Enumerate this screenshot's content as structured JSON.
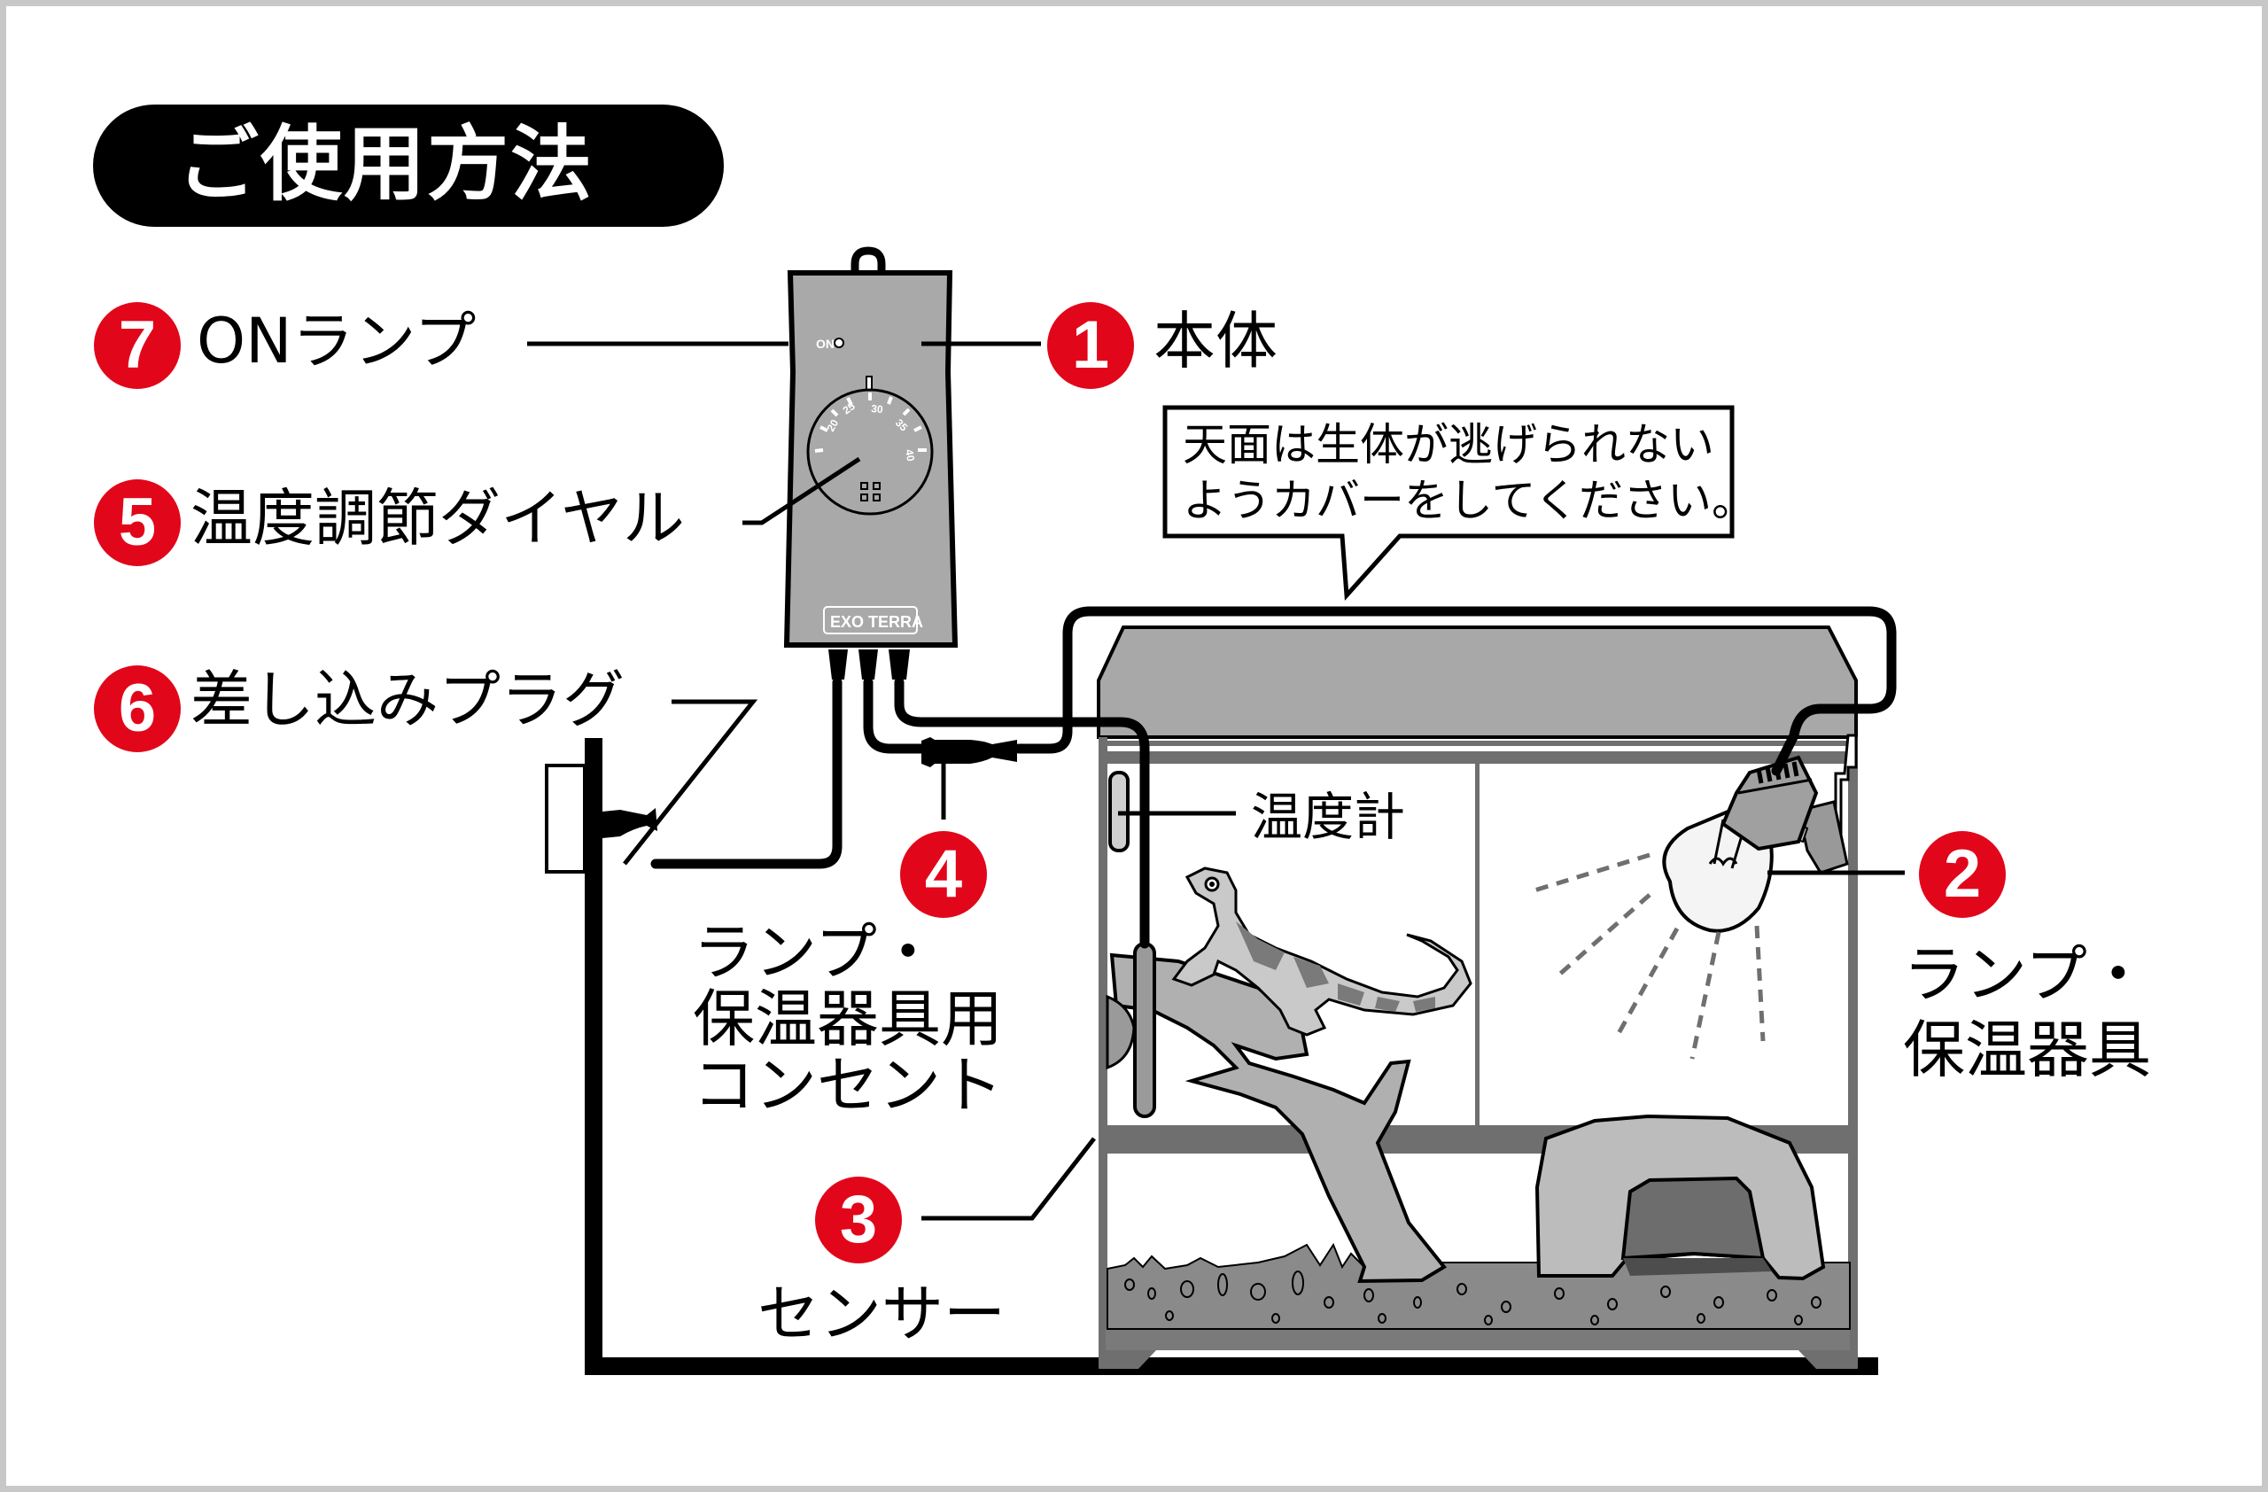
{
  "title": "ご使用方法",
  "colors": {
    "badge_red": "#e2061a",
    "device_gray": "#a9a9a9",
    "tank_frame": "#6f6f6f",
    "lid_gray": "#a8a8a8",
    "substrate": "#8a8a8a",
    "frame_border": "#c8c8c8"
  },
  "parts": [
    {
      "number": "1",
      "label": "本体"
    },
    {
      "number": "2",
      "label_lines": [
        "ランプ・",
        "保温器具"
      ]
    },
    {
      "number": "3",
      "label": "センサー"
    },
    {
      "number": "4",
      "label_lines": [
        "ランプ・",
        "保温器具用",
        "コンセント"
      ]
    },
    {
      "number": "5",
      "label": "温度調節ダイヤル"
    },
    {
      "number": "6",
      "label": "差し込みプラグ"
    },
    {
      "number": "7",
      "label": "ONランプ"
    }
  ],
  "thermometer_label": "温度計",
  "callout": {
    "lines": [
      "天面は生体が逃げられない",
      "ようカバーをしてください。"
    ]
  },
  "device": {
    "on_label": "ON",
    "brand": "EXO TERRA",
    "dial_marks": [
      "20",
      "25",
      "30",
      "35",
      "40"
    ],
    "icons": [
      "hanger-loop-icon",
      "on-lamp-indicator-icon",
      "temperature-dial-icon",
      "sensor-vent-icon"
    ]
  },
  "scene_icons": [
    "wall-outlet-icon",
    "plug-icon",
    "inline-socket-icon",
    "heat-lamp-icon",
    "lizard-icon",
    "branch-icon",
    "rock-cave-icon",
    "sensor-probe-icon",
    "thermometer-icon"
  ]
}
